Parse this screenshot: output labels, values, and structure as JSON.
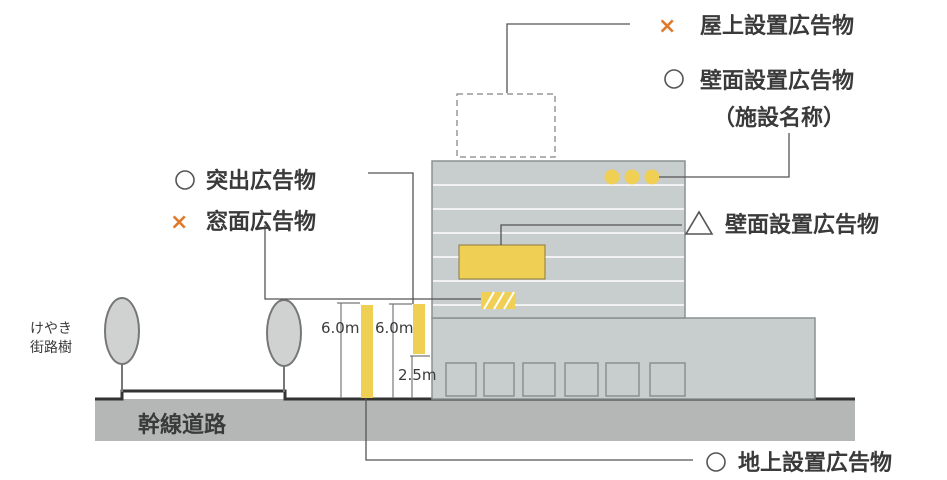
{
  "labels": {
    "rooftop": "屋上設置広告物",
    "wall_name_line1": "壁面設置広告物",
    "wall_name_line2": "（施設名称）",
    "projecting": "突出広告物",
    "window": "窓面広告物",
    "wall_sign": "壁面設置広告物",
    "ground": "地上設置広告物",
    "tree_line1": "けやき",
    "tree_line2": "街路樹",
    "road": "幹線道路"
  },
  "dimensions": {
    "height_left": "6.0m",
    "height_right": "6.0m",
    "clearance": "2.5m"
  },
  "symbols": {
    "not_allowed": "×",
    "allowed": "○",
    "conditional": "△"
  },
  "colors": {
    "sign_yellow": "#f0cf55",
    "building_gray": "#c8cdcd",
    "road_gray": "#b4b7b5",
    "cross_orange": "#e07a2a"
  }
}
